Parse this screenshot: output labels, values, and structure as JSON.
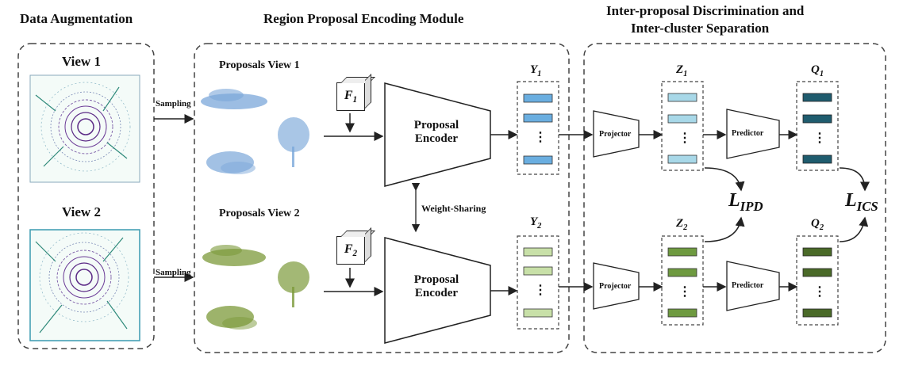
{
  "headers": {
    "augmentation": "Data Augmentation",
    "encoding": "Region Proposal Encoding Module",
    "discrimination_line1": "Inter-proposal Discrimination and",
    "discrimination_line2": "Inter-cluster Separation"
  },
  "views": [
    {
      "label": "View 1",
      "sampling": "Sampling",
      "proposals": "Proposals View 1"
    },
    {
      "label": "View 2",
      "sampling": "Sampling",
      "proposals": "Proposals View 2"
    }
  ],
  "features": [
    {
      "sym": "F",
      "sub": "1"
    },
    {
      "sym": "F",
      "sub": "2"
    }
  ],
  "encoder": {
    "line1": "Proposal",
    "line2": "Encoder",
    "weight_sharing": "Weight-Sharing"
  },
  "outputs": {
    "y1": {
      "sym": "Y",
      "sub": "1"
    },
    "y2": {
      "sym": "Y",
      "sub": "2"
    },
    "z1": {
      "sym": "Z",
      "sub": "1"
    },
    "z2": {
      "sym": "Z",
      "sub": "2"
    },
    "q1": {
      "sym": "Q",
      "sub": "1"
    },
    "q2": {
      "sym": "Q",
      "sub": "2"
    }
  },
  "modules": {
    "projector": "Projector",
    "predictor": "Predictor"
  },
  "losses": {
    "ipd": {
      "sym": "L",
      "sub": "IPD"
    },
    "ics": {
      "sym": "L",
      "sub": "ICS"
    }
  },
  "ellipsis": "⋮",
  "colors": {
    "blue_feature": "#6aaee0",
    "light_teal_feature": "#a8d8e8",
    "dark_teal_feature": "#1f5c6e",
    "light_green_feature": "#c8e0a8",
    "mid_green_feature": "#6e9a40",
    "dark_green_feature": "#4a6a28",
    "blue_points": "#7ba7d9",
    "green_points": "#7c9a3a",
    "lidar_purple": "#5b2a86"
  }
}
